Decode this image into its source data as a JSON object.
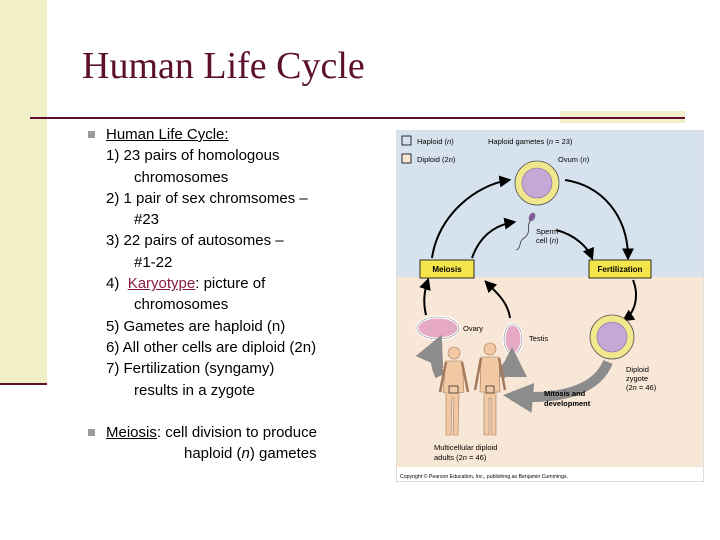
{
  "slide": {
    "title": "Human Life Cycle",
    "theme_colors": {
      "accent": "#5c0f2e",
      "sidebar": "#f0efc8",
      "link": "#8a1d3c"
    }
  },
  "bullets": {
    "b1": {
      "heading": "Human Life Cycle:",
      "items": [
        "1)  23 pairs of homologous",
        "chromosomes",
        "2)  1 pair of sex chromsomes –",
        "#23",
        "3)  22 pairs of autosomes –",
        "#1-22",
        "4)",
        "Karyotype",
        ":  picture of",
        "chromosomes",
        "5)  Gametes are haploid (n)",
        "6)  All other cells are diploid (2n)",
        "7)  Fertilization (syngamy)",
        "results in a zygote"
      ]
    },
    "b2": {
      "term": "Meiosis",
      "text": ":  cell division to produce",
      "line2_a": "haploid (",
      "line2_n": "n",
      "line2_b": ") gametes"
    }
  },
  "diagram": {
    "legend_haploid": "Haploid (",
    "legend_diploid": "Diploid (2",
    "n": "n",
    "close": ")",
    "gametes_title": "Haploid gametes (",
    "gametes_value": " = 23)",
    "ovum": "Ovum (",
    "sperm": "Sperm",
    "cell": "cell (",
    "meiosis": "Meiosis",
    "fertilization": "Fertilization",
    "ovary": "Ovary",
    "testis": "Testis",
    "diploid": "Diploid",
    "zygote": "zygote",
    "zygote_paren": "(2",
    "zygote_value": " = 46)",
    "mitosis": "Mitosis and",
    "development": "development",
    "adults1": "Multicellular diploid",
    "adults2": "adults (2",
    "adults_value": " = 46)",
    "copyright": "Copyright © Pearson Education, Inc., publishing as Benjamin Cummings.",
    "colors": {
      "haploid_bg": "#d6e3ee",
      "diploid_bg": "#f8e6d6",
      "label_box": "#f4e64a",
      "cell": "#c4a8d6",
      "cell_ring": "#f1e88e"
    }
  }
}
